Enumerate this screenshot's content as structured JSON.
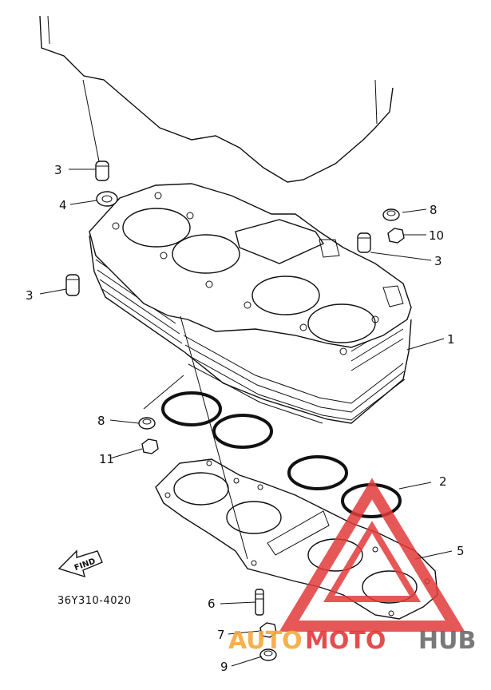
{
  "diagram": {
    "part_code": "36Y310-4020",
    "find_label": "FIND",
    "callouts": [
      "1",
      "2",
      "3",
      "3",
      "3",
      "4",
      "5",
      "6",
      "7",
      "8",
      "8",
      "9",
      "10",
      "11"
    ]
  },
  "watermark": {
    "text_orange": "AUTO",
    "text_red": "MOTO",
    "text_gray": "HUB",
    "colors": {
      "triangle": "#e23a3a",
      "orange": "#f4a93a",
      "red": "#e23a3a",
      "gray": "#6b6b6b"
    }
  }
}
